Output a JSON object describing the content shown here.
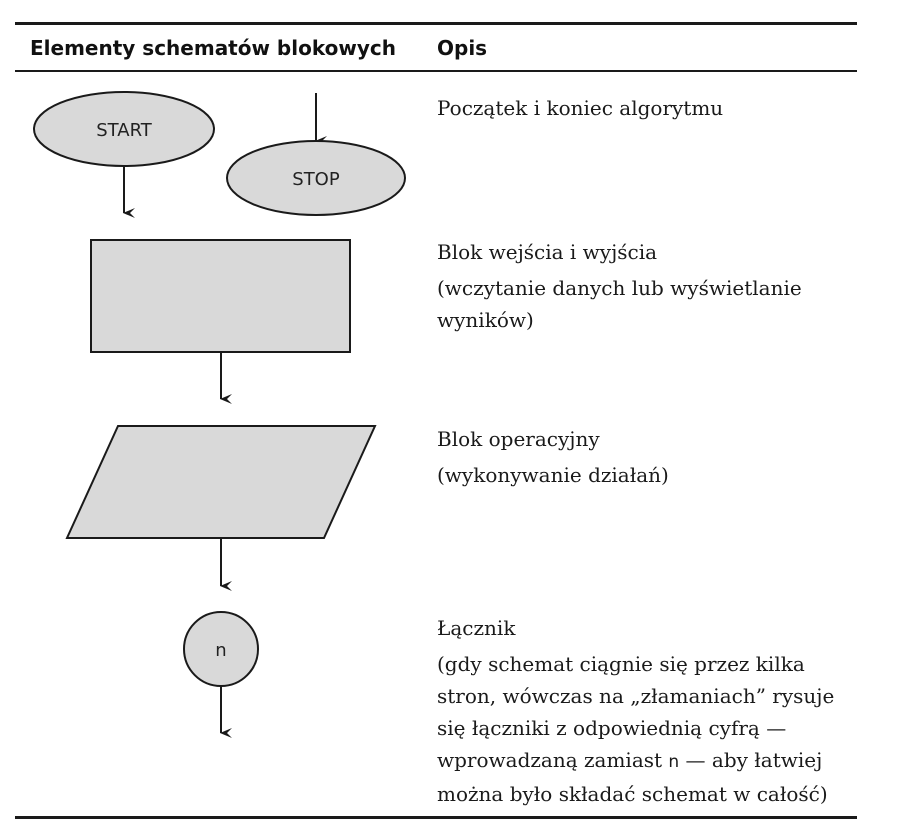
{
  "table": {
    "header": {
      "col1": "Elementy schematów blokowych",
      "col2": "Opis"
    },
    "shapes": {
      "start_label": "START",
      "stop_label": "STOP",
      "connector_label": "n",
      "fill_color": "#d9d9d9",
      "stroke_color": "#1a1a1a"
    },
    "rows": [
      {
        "title": "Początek i koniec algorytmu",
        "detail": ""
      },
      {
        "title": "Blok wejścia i wyjścia",
        "detail": "(wczytanie danych lub wyświetlanie wyników)"
      },
      {
        "title": "Blok operacyjny",
        "detail": "(wykonywanie działań)"
      },
      {
        "title": "Łącznik",
        "detail_before": "(gdy schemat ciągnie się przez kilka stron, wówczas na „złamaniach” rysuje się łączniki z odpowiednią cyfrą — wprowadzaną zamiast",
        "detail_symbol": "n",
        "detail_after": "— aby łatwiej można było składać schemat w całość)"
      }
    ]
  }
}
